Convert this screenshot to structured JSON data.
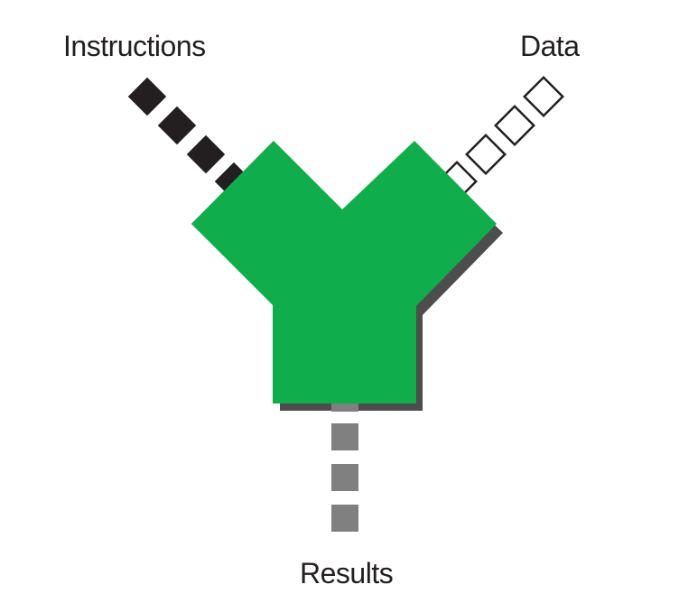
{
  "labels": {
    "instructions": "Instructions",
    "data": "Data",
    "results": "Results"
  },
  "colors": {
    "processor": "#0fae4b",
    "shadow": "#4d4d4d",
    "instruction_block": "#231f20",
    "data_block_stroke": "#231f20",
    "result_block": "#808080"
  }
}
